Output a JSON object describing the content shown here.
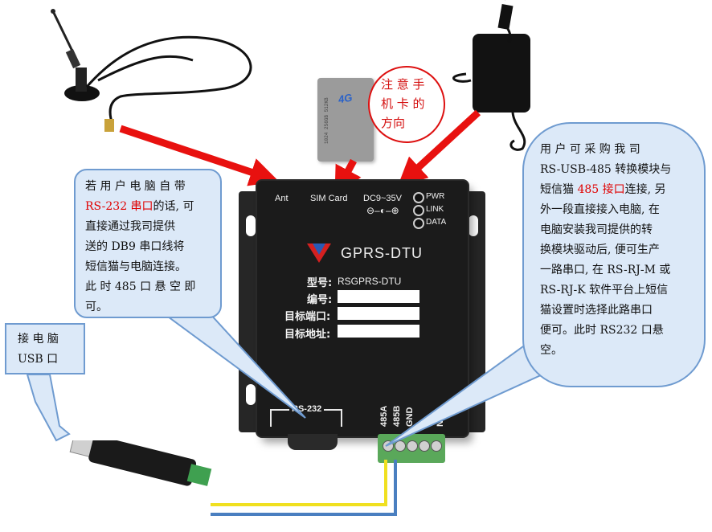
{
  "device": {
    "ant": "Ant",
    "sim_card": "SIM Card",
    "power": "DC9~35V",
    "led_labels": [
      "PWR",
      "LINK",
      "DATA"
    ],
    "brand": "GPRS-DTU",
    "model_label": "型号:",
    "model_value": "RSGPRS-DTU",
    "serial_label": "编号:",
    "port_label": "目标端口:",
    "address_label": "目标地址:",
    "rs232_label": "RS-232",
    "terminal_labels": [
      "485A",
      "485B",
      "GND",
      "NC"
    ]
  },
  "sim_card": {
    "logo": "4G",
    "numbers": "1024  256GB  512KB"
  },
  "note": {
    "lines": [
      "注 意 手",
      "机 卡 的",
      "方向"
    ]
  },
  "callout_left": {
    "line1": "若 用 户 电 脑 自 带",
    "line2_red": "RS-232 串口",
    "line2_rest": "的话, 可",
    "line3": "直接通过我司提供",
    "line4": "送的 DB9 串口线将",
    "line5": "短信猫与电脑连接。",
    "line6": "此 时 485 口 悬 空 即",
    "line7": "可。"
  },
  "callout_right": {
    "line1": "用 户 可 采 购 我 司",
    "line2": "RS-USB-485 转换模块与",
    "line3_pre": "短信猫 ",
    "line3_red": "485 接口",
    "line3_post": "连接, 另",
    "line4": "外一段直接接入电脑, 在",
    "line5": "电脑安装我司提供的转",
    "line6": "换模块驱动后, 便可生产",
    "line7": "一路串口, 在 RS-RJ-M 或",
    "line8": "RS-RJ-K 软件平台上短信",
    "line9": "猫设置时选择此路串口",
    "line10": "便可。此时 RS232 口悬",
    "line11": "空。"
  },
  "callout_usb": {
    "line1": "接 电 脑",
    "line2": "USB 口"
  },
  "colors": {
    "arrow_red": "#e8110f",
    "bubble_fill": "#dce9f8",
    "bubble_border": "#6f9bd0",
    "wire_yellow": "#f0e020",
    "wire_blue": "#4a7fc0"
  }
}
